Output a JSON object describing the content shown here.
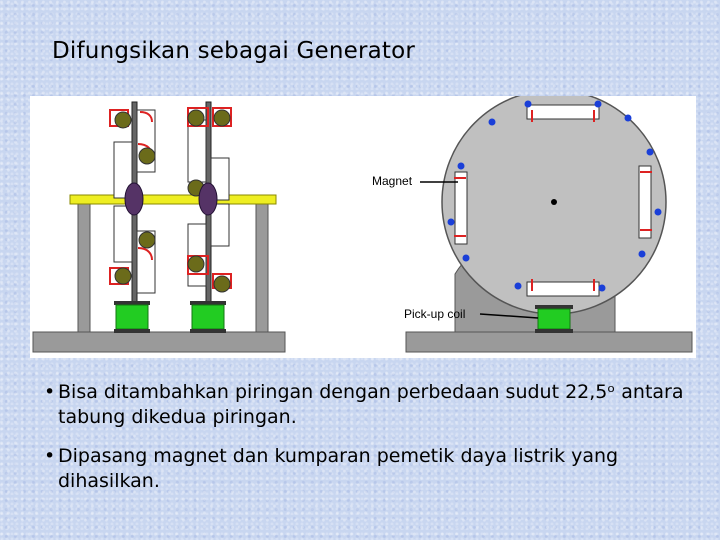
{
  "slide": {
    "title": "Difungsikan sebagai Generator"
  },
  "figure": {
    "label_magnet": "Magnet",
    "label_pickup_coil": "Pick-up coil"
  },
  "bullets": [
    {
      "text": "Bisa ditambahkan piringan dengan perbedaan sudut 22,5ᵒ antara tabung dikedua piringan."
    },
    {
      "text": "Dipasang magnet dan kumparan pemetik daya listrik yang dihasilkan."
    }
  ],
  "colors": {
    "background": "#c8d6f0",
    "disk_fill": "#c0c0c0",
    "base_gray": "#9a9a9a",
    "coil_green": "#22cc22",
    "axle_yellow": "#eeee22",
    "magnet_red": "#dd2222",
    "bolt_blue": "#1a3fd8",
    "olive_knob": "#6b6b1a"
  }
}
